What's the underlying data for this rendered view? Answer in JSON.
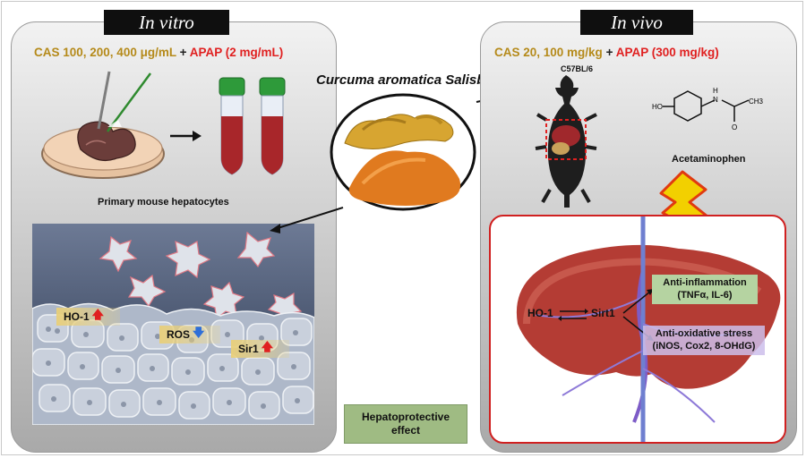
{
  "header": {
    "left_title": "In vitro",
    "right_title": "In vivo"
  },
  "left": {
    "condition": {
      "dose": "CAS 100, 200, 400 μg/mL",
      "plus": " + ",
      "drug": "APAP (2 mg/mL)"
    },
    "label": "Primary mouse hepatocytes",
    "markers": [
      {
        "text": "HO-1",
        "direction": "up"
      },
      {
        "text": "ROS",
        "direction": "down"
      },
      {
        "text": "Sir1",
        "direction": "up"
      }
    ]
  },
  "center": {
    "title": "Curcuma aromatica Salisb",
    "effect": "Hepatoprotective effect"
  },
  "right": {
    "condition": {
      "dose": "CAS 20, 100 mg/kg",
      "plus": " + ",
      "drug": "APAP (300 mg/kg)"
    },
    "mouse_label": "C57BL/6",
    "compound_label": "Acetaminophen",
    "pathway": {
      "ho1": "HO-1",
      "sirt1": "Sirt1",
      "inflammation_title": "Anti-inflammation",
      "inflammation_detail": "(TNFα, IL-6)",
      "oxidative_title": "Anti-oxidative stress",
      "oxidative_detail": "(iNOS, Cox2, 8-OHdG)"
    }
  },
  "colors": {
    "gold": "#b58a1a",
    "red": "#e02020",
    "effect_box": "#9fbb83",
    "tag_bg": "#0f0f0f"
  }
}
